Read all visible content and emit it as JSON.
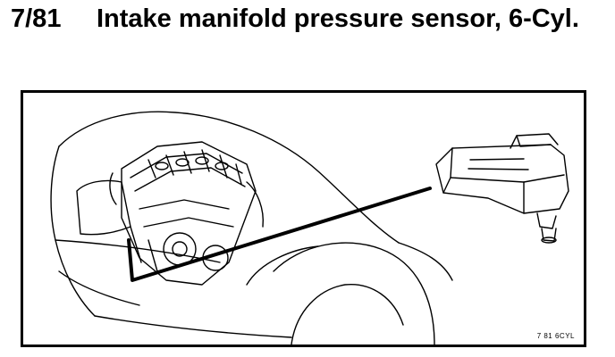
{
  "section": {
    "number": "7/81",
    "title": "Intake manifold pressure sensor, 6-Cyl."
  },
  "figure": {
    "code": "7 81 6CYL",
    "subject": "engine-bay-with-map-sensor"
  }
}
